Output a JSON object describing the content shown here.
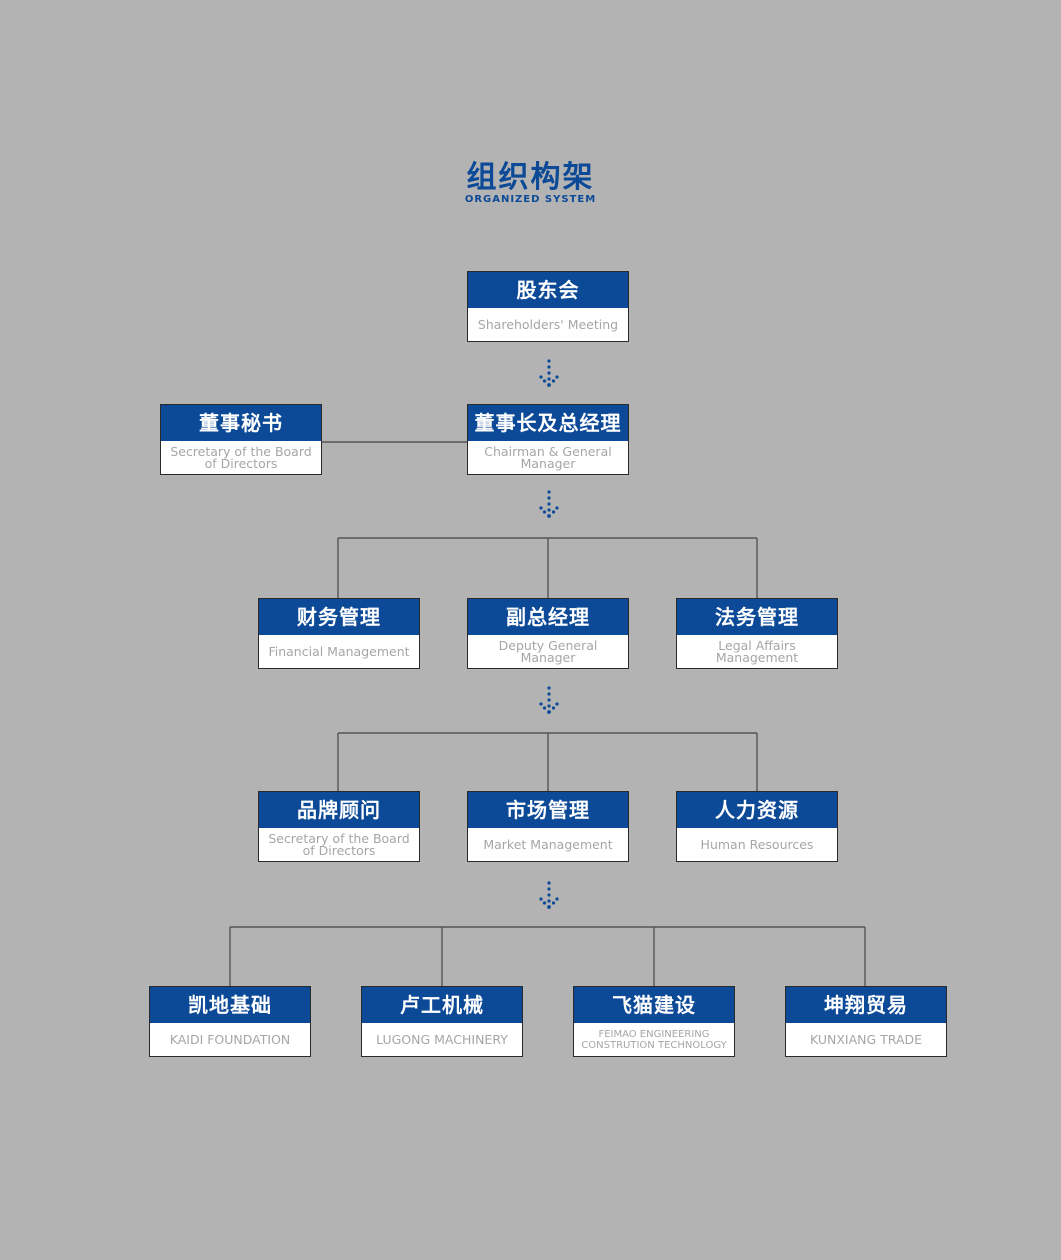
{
  "header": {
    "title": "组织构架",
    "subtitle": "ORGANIZED SYSTEM"
  },
  "colors": {
    "brand_blue": "#0c4a98",
    "background": "#b3b3b3",
    "connector": "#555555",
    "english_text": "#a6a6a6"
  },
  "nodes": {
    "shareholders": {
      "cn": "股东会",
      "en": "Shareholders' Meeting"
    },
    "secretary": {
      "cn": "董事秘书",
      "en": "Secretary of the Board of Directors"
    },
    "chairman": {
      "cn": "董事长及总经理",
      "en": "Chairman & General Manager"
    },
    "finance": {
      "cn": "财务管理",
      "en": "Financial Management"
    },
    "deputy": {
      "cn": "副总经理",
      "en": "Deputy General Manager"
    },
    "legal": {
      "cn": "法务管理",
      "en": "Legal Affairs Management"
    },
    "brand": {
      "cn": "品牌顾问",
      "en": "Secretary of the Board of Directors"
    },
    "market": {
      "cn": "市场管理",
      "en": "Market Management"
    },
    "hr": {
      "cn": "人力资源",
      "en": "Human Resources"
    },
    "kaidi": {
      "cn": "凯地基础",
      "en": "KAIDI FOUNDATION"
    },
    "lugong": {
      "cn": "卢工机械",
      "en": "LUGONG MACHINERY"
    },
    "feimao": {
      "cn": "飞猫建设",
      "en": "FEIMAO ENGINEERING CONSTRUTION TECHNOLOGY"
    },
    "kunxiang": {
      "cn": "坤翔贸易",
      "en": "KUNXIANG TRADE"
    }
  },
  "icons": {
    "arrow": "dotted-down-arrow-icon"
  }
}
